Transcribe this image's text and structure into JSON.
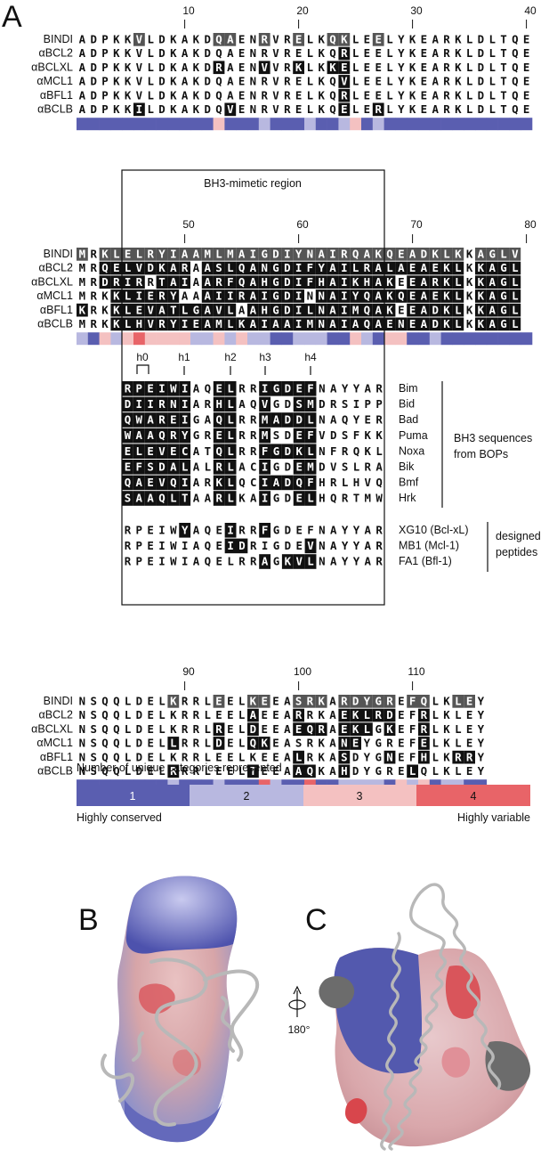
{
  "panel_labels": {
    "a": "A",
    "b": "B",
    "c": "C"
  },
  "blocks": [
    {
      "numbers": [
        "10",
        "20",
        "30",
        "40"
      ],
      "rows": [
        {
          "name": "BINDI",
          "seq": "ADPKKVLDKAKDQAENRVRELKQKLEELYKEARKLDLTQE"
        },
        {
          "name": "αBCL2",
          "seq": "ADPKKVLDKAKDQAENRVRELKQRLEELYKEARKLDLTQE"
        },
        {
          "name": "αBCLXL",
          "seq": "ADPKKVLDKAKDRAENVVRKLKKELEELYKEARKLDLTQE"
        },
        {
          "name": "αMCL1",
          "seq": "ADPKKVLDKAKDQAENRVRELKQVLEELYKEARKLDLTQE"
        },
        {
          "name": "αBFL1",
          "seq": "ADPKKVLDKAKDQAENRVRELKQRLEELYKEARKLDLTQE"
        },
        {
          "name": "αBCLB",
          "seq": "ADPKKILDKAKDQVENRVRELKQELERLYKEARKLDLTQE"
        }
      ],
      "conservation": [
        1,
        1,
        1,
        1,
        1,
        1,
        1,
        1,
        1,
        1,
        1,
        1,
        3,
        1,
        1,
        1,
        2,
        1,
        1,
        1,
        2,
        1,
        1,
        2,
        3,
        1,
        2,
        1,
        1,
        1,
        1,
        1,
        1,
        1,
        1,
        1,
        1,
        1,
        1,
        1
      ]
    },
    {
      "numbers": [
        "50",
        "60",
        "70",
        "80"
      ],
      "rows": [
        {
          "name": "BINDI",
          "seq": "MRKLELRYIAAMLMAIGDIYNAIRQAKQEADKLKKAGLV"
        },
        {
          "name": "αBCL2",
          "seq": "MRQELVDKARAASLQANGDIFYAILRALAEAEKLKKAGLV"
        },
        {
          "name": "αBCLXL",
          "seq": "MRDRIRRTAIAARFQAHGDIFHAIKHAKEEARKLKKAGLV"
        },
        {
          "name": "αMCL1",
          "seq": "MRKKLIERYAAAIIRAIGDINNAIYQAKQEAEKLKKAGLV"
        },
        {
          "name": "αBFL1",
          "seq": "KRKKLEVATLGAVLAAHGDILNAIMQAKEEADKLKKAGLV"
        },
        {
          "name": "αBCLB",
          "seq": "MRKKLHVRYIEAMLKAIAAIMNAIAQAENEADKLKKAGLV"
        }
      ],
      "conservation": [
        2,
        1,
        3,
        2,
        3,
        4,
        3,
        3,
        3,
        3,
        2,
        2,
        3,
        2,
        3,
        2,
        2,
        1,
        1,
        2,
        2,
        2,
        1,
        1,
        3,
        2,
        1,
        3,
        3,
        1,
        1,
        2,
        1,
        1,
        1,
        1,
        1,
        1,
        1,
        1
      ]
    },
    {
      "numbers": [
        "90",
        "100",
        "110"
      ],
      "rows": [
        {
          "name": "BINDI",
          "seq": "NSQQLDELKRRLEELKEEASRKARDYGREFQLKLEY"
        },
        {
          "name": "αBCL2",
          "seq": "NSQQLDELKRRLEELAEEARRKAEKLRDEFRLKLEY"
        },
        {
          "name": "αBCLXL",
          "seq": "NSQQLDELKRRLRELDEEAEQRAEKLGKEFRLKLEY"
        },
        {
          "name": "αMCL1",
          "seq": "NSQQLDELLRRLDELQKEASRKANEYGREFELKLEY"
        },
        {
          "name": "αBFL1",
          "seq": "NSQQLDELKRRLEELKEEALRKASDYGNEFHLKRRY"
        },
        {
          "name": "αBCLB",
          "seq": "NSQQLDELRRRLEELTEEAAQKAHDYGRELQLKLEY"
        }
      ],
      "conservation": [
        1,
        1,
        1,
        1,
        1,
        1,
        1,
        1,
        2,
        1,
        1,
        1,
        2,
        1,
        1,
        1,
        4,
        2,
        1,
        1,
        4,
        1,
        1,
        2,
        2,
        2,
        2,
        1,
        3,
        2,
        3,
        1,
        2,
        2,
        1,
        1
      ]
    }
  ],
  "bh3_box": {
    "title": "BH3-mimetic region",
    "hotspots": [
      "h0",
      "h1",
      "h2",
      "h3",
      "h4"
    ],
    "bop_sequences": [
      {
        "seq": "RPEIWIAQELRRIGDEFNAYYAR",
        "name": "Bim"
      },
      {
        "seq": "DIIRNIARHLAQVGDSMDRSIPP",
        "name": "Bid"
      },
      {
        "seq": "QWAREIGAQLRRMADDLNAQYER",
        "name": "Bad"
      },
      {
        "seq": "WAAQRYGRELRRMSDEFVDSFKK",
        "name": "Puma"
      },
      {
        "seq": "ELEVECATQLRRFGDKLNFRQKL",
        "name": "Noxa"
      },
      {
        "seq": "EFSDALALRLACIGDEMDVSLRA",
        "name": "Bik"
      },
      {
        "seq": "QAEVQIARKLQCIADQFHRLHVQ",
        "name": "Bmf"
      },
      {
        "seq": "SAAQLTAARLKAIGDELHQRTMW",
        "name": "Hrk"
      }
    ],
    "bop_group_label": [
      "BH3 sequences",
      "from BOPs"
    ],
    "designed_sequences": [
      {
        "seq": "RPEIWYAQEIRRFGDEFNAYYAR",
        "name": "XG10 (Bcl-xL)"
      },
      {
        "seq": "RPEIWIAQEIDRIGDEVNAYYAR",
        "name": "MB1 (Mcl-1)"
      },
      {
        "seq": "RPEIWIAQELRRAGKVLNAYYAR",
        "name": "FA1 (Bfl-1)"
      }
    ],
    "designed_group_label": [
      "designed",
      "peptides"
    ]
  },
  "legend": {
    "title": "Number of unique categories represented",
    "categories": [
      "1",
      "2",
      "3",
      "4"
    ],
    "left_label": "Highly conserved",
    "right_label": "Highly variable"
  },
  "rotation_label": "180°",
  "colors": {
    "cat1": "#5a5eb0",
    "cat2": "#b8b8e0",
    "cat3": "#f4c1c1",
    "cat4": "#e86468",
    "conserved_identity": "#111111",
    "similar_dark": "#555555",
    "similar_light": "#cfcfcf"
  }
}
